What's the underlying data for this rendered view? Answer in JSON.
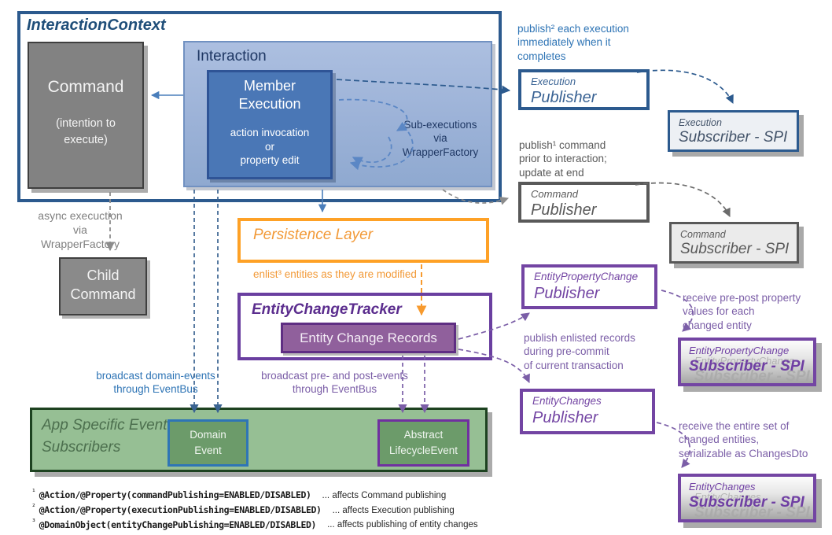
{
  "interaction_context": {
    "title": "InteractionContext"
  },
  "command_box": {
    "title": "Command",
    "subtitle": "(intention to\nexecute)"
  },
  "interaction_box": {
    "title": "Interaction"
  },
  "member_execution": {
    "title": "Member\nExecution",
    "detail": "action invocation\nor\nproperty  edit"
  },
  "child_command": {
    "title": "Child\nCommand"
  },
  "persistence_layer": {
    "title": "Persistence Layer"
  },
  "entity_change_tracker": {
    "title": "EntityChangeTracker"
  },
  "entity_change_records": {
    "title": "Entity Change Records"
  },
  "app_event_subscribers": {
    "title": "App Specific Event\nSubscribers",
    "domain_event": "Domain\nEvent",
    "lifecycle_event": "Abstract\nLifecycleEvent"
  },
  "notes": {
    "sub_executions": "Sub-executions\nvia\nWrapperFactory",
    "async_execution": "async execuction\nvia\nWrapperFactory",
    "publish_execution": "publish² each execution\nimmediately when it\ncompletes",
    "publish_command": "publish¹ command\nprior to interaction;\nupdate at end",
    "enlist": "enlist³ entities as they are modified",
    "broadcast_domain": "broadcast domain-events\nthrough EventBus",
    "broadcast_prepost": "broadcast pre- and post-events\nthrough EventBus",
    "publish_enlisted": "publish enlisted records\nduring pre-commit\nof current transaction",
    "receive_prepost": "receive pre-post property\nvalues for each\nchanged entity",
    "receive_entire": "receive the entire set of\nchanged entities,\nserializable as ChangesDto"
  },
  "publishers": {
    "execution": {
      "type": "Execution",
      "role": "Publisher"
    },
    "command": {
      "type": "Command",
      "role": "Publisher"
    },
    "entity_property_change": {
      "type": "EntityPropertyChange",
      "role": "Publisher"
    },
    "entity_changes": {
      "type": "EntityChanges",
      "role": "Publisher"
    }
  },
  "subscribers": {
    "execution": {
      "type": "Execution",
      "role": "Subscriber - SPI"
    },
    "command": {
      "type": "Command",
      "role": "Subscriber - SPI"
    },
    "entity_property_change": {
      "type": "EntityPropertyChange",
      "role": "Subscriber - SPI"
    },
    "entity_changes": {
      "type": "EntityChanges",
      "role": "Subscriber - SPI"
    }
  },
  "footnotes": [
    {
      "marker": "¹",
      "code": "@Action/@Property(commandPublishing=ENABLED/DISABLED)",
      "note": "... affects Command publishing"
    },
    {
      "marker": "²",
      "code": "@Action/@Property(executionPublishing=ENABLED/DISABLED)",
      "note": "... affects Execution publishing"
    },
    {
      "marker": "³",
      "code": "@DomainObject(entityChangePublishing=ENABLED/DISABLED)",
      "note": "... affects publishing of entity changes"
    }
  ],
  "colors": {
    "dark_blue_border": "#2C5A8E",
    "navy_text": "#1F4E79",
    "member_fill": "#4A77B6",
    "gray_fill": "#828282",
    "gray_border": "#595959",
    "orange_border": "#FEA126",
    "purple_border": "#7345A3",
    "records_fill": "#90609C",
    "green_fill": "#96BF94",
    "inner_green_fill": "#6C9B6A",
    "annotation_blue": "#2E74B5",
    "annotation_purple": "#7B5EA7",
    "annotation_orange": "#F29A38"
  }
}
